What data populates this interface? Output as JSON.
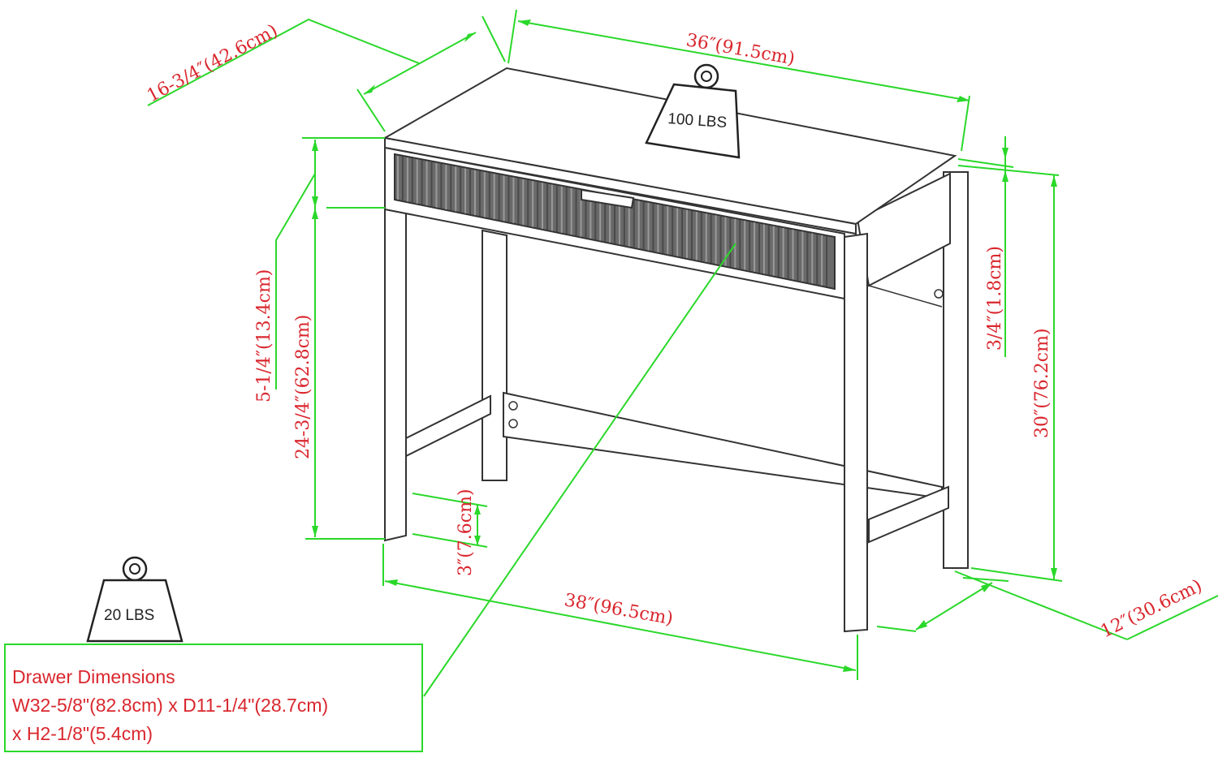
{
  "dimensions": {
    "depth_top": "16-3/4″(42.6cm)",
    "width_top": "36″(91.5cm)",
    "drawer_height": "5-1/4″(13.4cm)",
    "leg_clearance": "24-3/4″(62.8cm)",
    "top_thickness": "3/4″(1.8cm)",
    "total_height": "30″(76.2cm)",
    "stretcher_height": "3″(7.6cm)",
    "width_base": "38″(96.5cm)",
    "depth_base": "12″(30.6cm)"
  },
  "weights": {
    "top_capacity": "100 LBS",
    "drawer_capacity": "20 LBS"
  },
  "drawer_info": {
    "title": "Drawer Dimensions",
    "line1": "W32-5/8\"(82.8cm) x D11-1/4\"(28.7cm)",
    "line2": "x H2-1/8\"(5.4cm)"
  },
  "colors": {
    "dimension_text": "#d9272e",
    "dimension_lines": "#2ad82a",
    "outline": "#333333"
  }
}
